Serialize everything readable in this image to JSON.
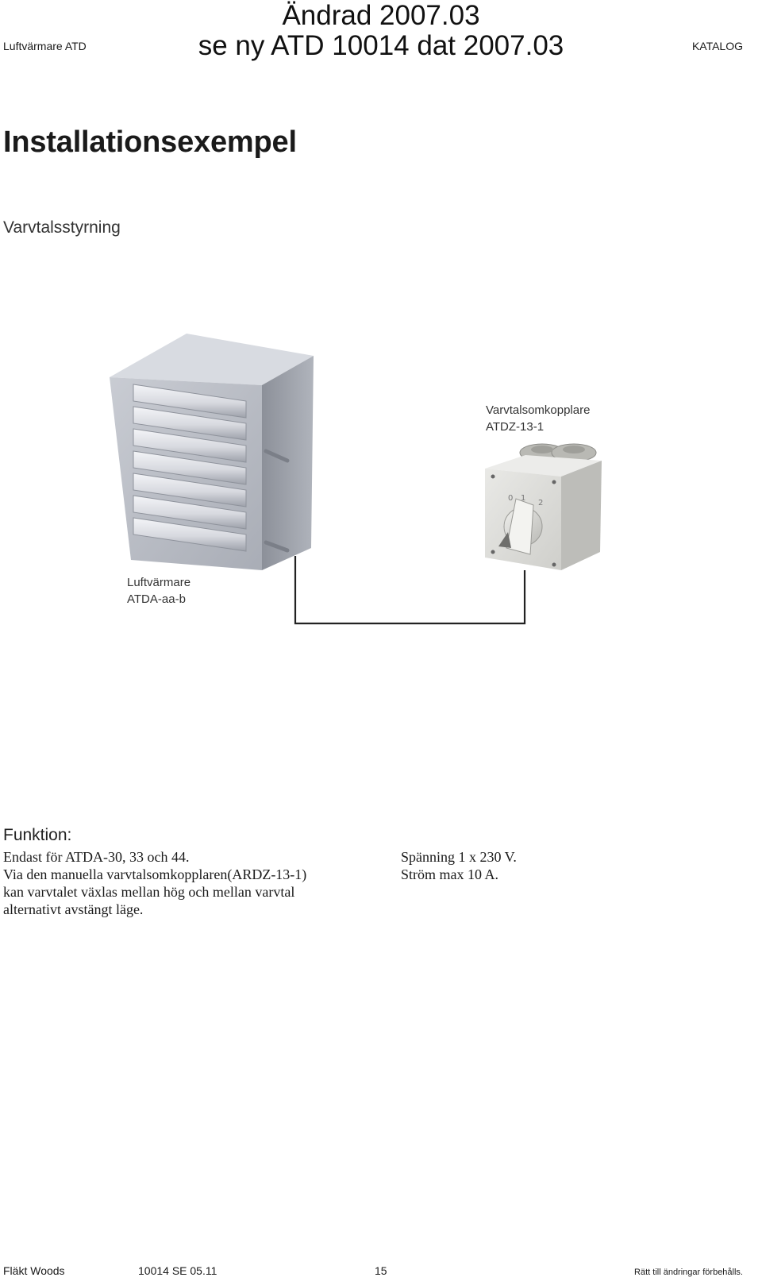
{
  "header": {
    "left": "Luftvärmare ATD",
    "right": "KATALOG",
    "stamp_line1": "Ändrad 2007.03",
    "stamp_line2": "se ny ATD 10014 dat 2007.03"
  },
  "page_title": "Installationsexempel",
  "subtitle": "Varvtalsstyrning",
  "illustration": {
    "switch_label": [
      "Varvtalsomkopplare",
      "ATDZ-13-1"
    ],
    "heater_label": [
      "Luftvärmare",
      "ATDA-aa-b"
    ],
    "dial_marks": [
      "0",
      "1",
      "2"
    ]
  },
  "function": {
    "heading": "Funktion:",
    "left_lines": [
      "Endast för ATDA-30, 33 och 44.",
      "Via den manuella varvtalsomkopplaren(ARDZ-13-1)",
      "kan varvtalet växlas mellan hög och mellan varvtal",
      "alternativt avstängt läge."
    ],
    "right_lines": [
      "Spänning 1 x 230 V.",
      "Ström max 10 A."
    ]
  },
  "footer": {
    "company": "Fläkt Woods",
    "doc_number": "10014 SE 05.11",
    "page_number": "15",
    "rights": "Rätt till ändringar förbehålls."
  }
}
